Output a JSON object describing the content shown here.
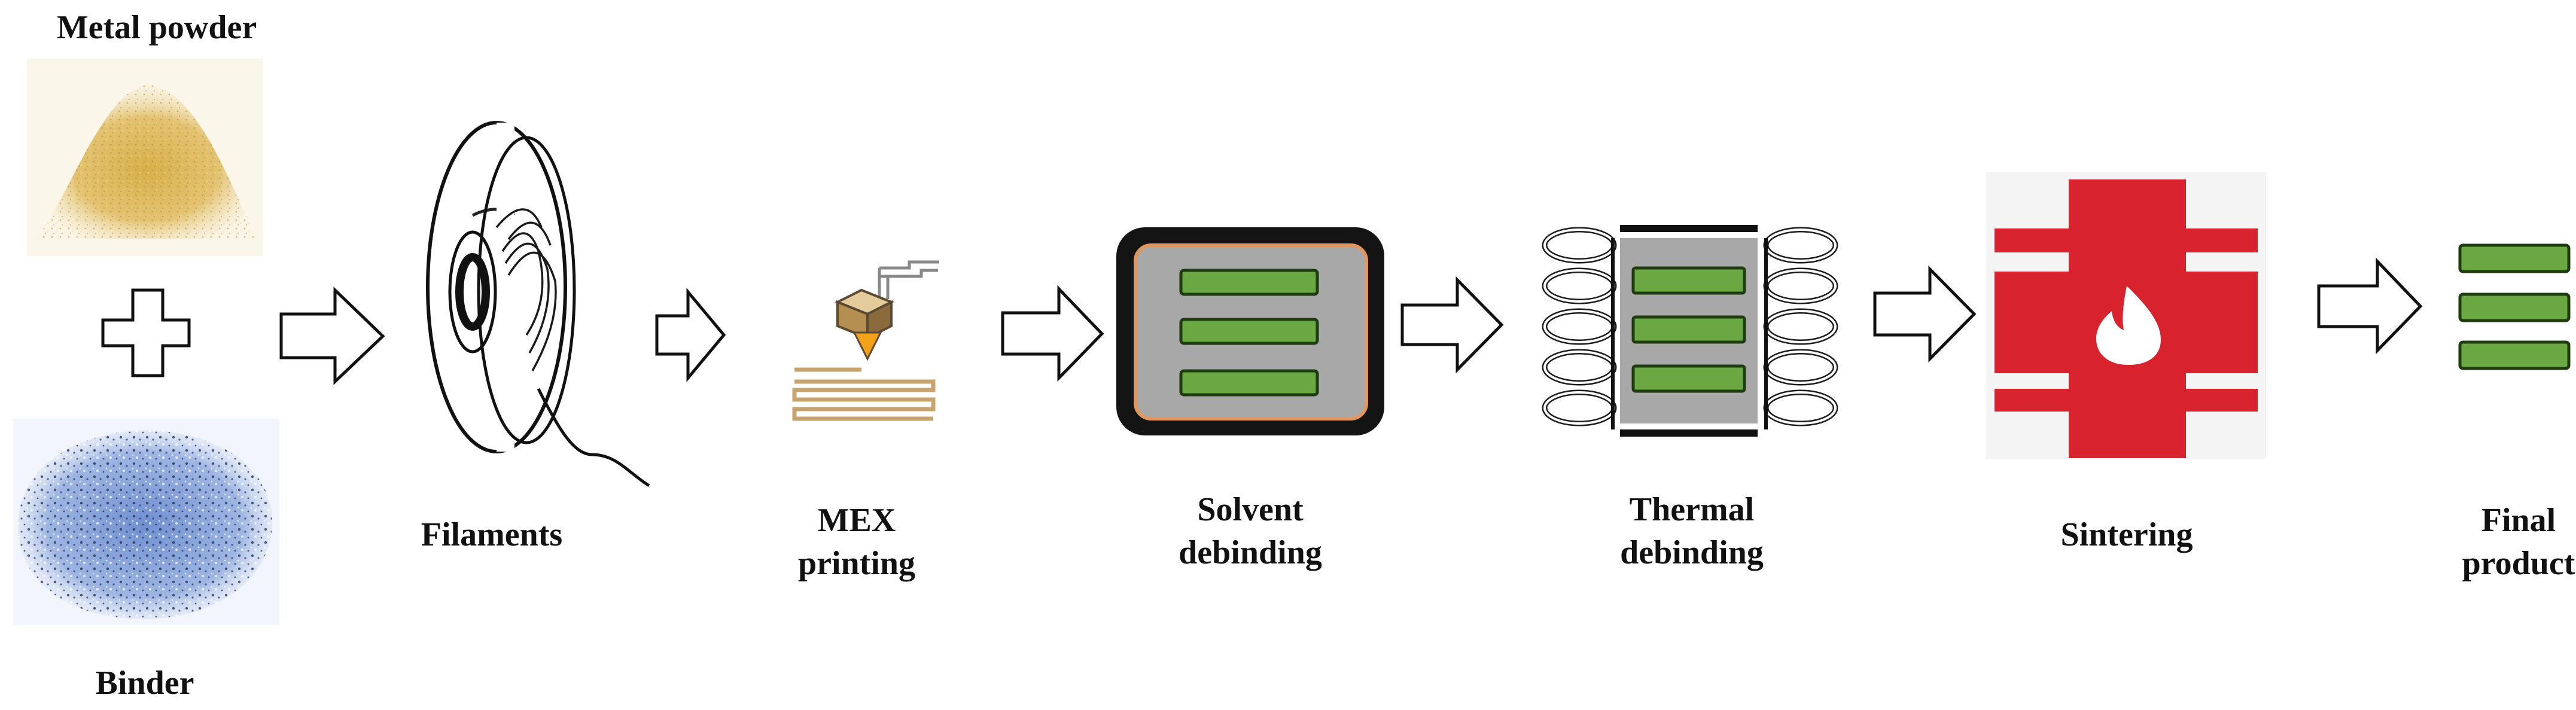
{
  "labels": {
    "metal_powder": "Metal powder",
    "binder": "Binder",
    "filaments": "Filaments",
    "mex_printing": [
      "MEX",
      "printing"
    ],
    "solvent_debinding": [
      "Solvent",
      "debinding"
    ],
    "thermal_debinding": [
      "Thermal",
      "debinding"
    ],
    "sintering": "Sintering",
    "final_product": [
      "Final",
      "product"
    ]
  },
  "colors": {
    "powder": "#d8b04a",
    "binder": "#7d99cf",
    "green_part": "#6aa942",
    "sinter_red": "#d8232e",
    "solvent_frame": "#1a1a1a",
    "solvent_border": "#e0965f",
    "nozzle": "#c7a46d",
    "nozzle_tip": "#f2a218"
  },
  "icons": [
    "powder-pile-image",
    "plus-icon",
    "binder-pellets-image",
    "arrow-icon",
    "filament-spool-icon",
    "print-nozzle-icon",
    "solvent-bath-icon",
    "thermal-furnace-icon",
    "sintering-furnace-icon",
    "final-part-icon"
  ]
}
